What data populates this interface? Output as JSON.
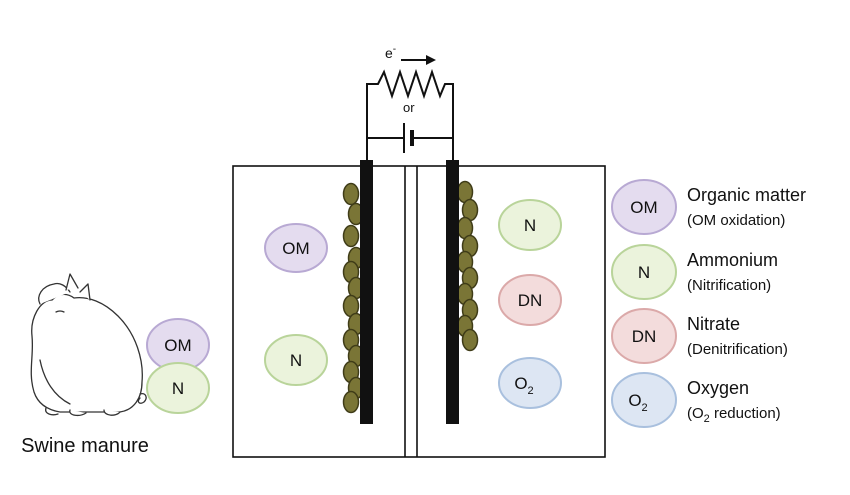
{
  "circuit": {
    "electron_label": "e",
    "electron_charge": "-",
    "or_label": "or"
  },
  "source": {
    "label": "Swine manure",
    "circles": [
      {
        "label": "OM",
        "fill": "#e4dcef",
        "stroke": "#b8a9d3"
      },
      {
        "label": "N",
        "fill": "#ebf3dc",
        "stroke": "#b9d49a"
      }
    ]
  },
  "anode_chamber": {
    "circles": [
      {
        "label": "OM",
        "fill": "#e4dcef",
        "stroke": "#b8a9d3"
      },
      {
        "label": "N",
        "fill": "#ebf3dc",
        "stroke": "#b9d49a"
      }
    ]
  },
  "cathode_chamber": {
    "circles": [
      {
        "label": "N",
        "fill": "#ebf3dc",
        "stroke": "#b9d49a"
      },
      {
        "label": "DN",
        "fill": "#f3dcdc",
        "stroke": "#dba9a9"
      },
      {
        "label": "O",
        "sub": "2",
        "fill": "#dde6f3",
        "stroke": "#a9c0de"
      }
    ]
  },
  "legend": [
    {
      "symbol": "OM",
      "name": "Organic matter",
      "process": "(OM oxidation)",
      "fill": "#e4dcef",
      "stroke": "#b8a9d3"
    },
    {
      "symbol": "N",
      "name": "Ammonium",
      "process": "(Nitrification)",
      "fill": "#ebf3dc",
      "stroke": "#b9d49a"
    },
    {
      "symbol": "DN",
      "name": "Nitrate",
      "process": "(Denitrification)",
      "fill": "#f3dcdc",
      "stroke": "#dba9a9"
    },
    {
      "symbol": "O",
      "symbol_sub": "2",
      "name": "Oxygen",
      "process_prefix": "(O",
      "process_sub": "2",
      "process_suffix": " reduction)",
      "fill": "#dde6f3",
      "stroke": "#a9c0de"
    }
  ],
  "colors": {
    "biofilm_fill": "#7a7536",
    "biofilm_stroke": "#3f3c18",
    "electrode": "#111111",
    "outline": "#111111"
  }
}
